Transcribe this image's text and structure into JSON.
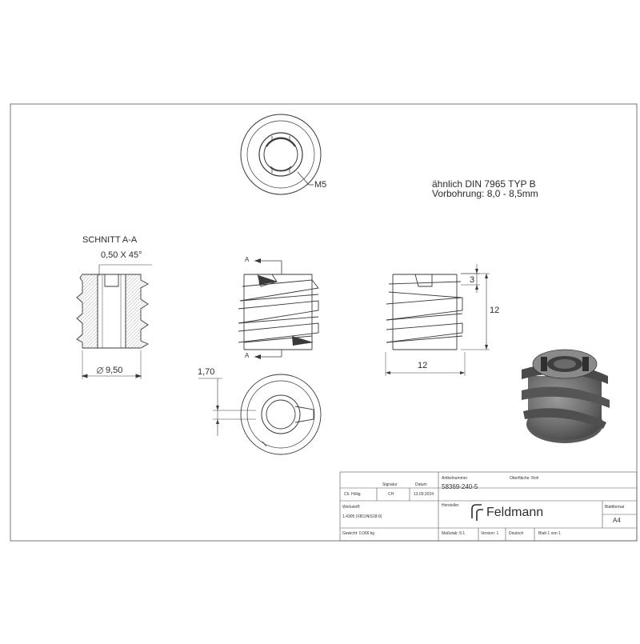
{
  "notes": {
    "line1": "ähnlich DIN 7965 TYP B",
    "line2": "Vorbohrung: 8,0 - 8,5mm"
  },
  "section_view": {
    "title": "SCHNITT A-A",
    "chamfer": "0,50 X 45°",
    "diameter": "9,50"
  },
  "top_view": {
    "thread": "M5"
  },
  "side_view": {
    "section_mark": "A"
  },
  "right_view": {
    "dim_top": "3",
    "dim_height": "12",
    "dim_width": "12"
  },
  "bottom_view": {
    "offset": "1,70"
  },
  "title_block": {
    "header_signatur": "Signatur",
    "header_datum": "Datum",
    "name": "Ch. Hölig",
    "signatur": "CH",
    "datum": "13.09.2024",
    "artikelnummer_label": "Artikelnummer",
    "artikelnummer": "58369-240-5",
    "oberflaeche": "Oberfläche: Roh",
    "werkstoff_label": "Werkstoff:",
    "werkstoff": "1.4305 (X8CrNiS18-9)",
    "hersteller_label": "Hersteller",
    "company": "Feldmann",
    "blattformat_label": "Blattformat",
    "blattformat": "A4",
    "gewicht": "Gewicht: 0,006 kg",
    "massstab": "Maßstab: 5:1",
    "version": "Version: 1",
    "sprache": "Deutsch",
    "blatt": "Blatt 1 von 1"
  },
  "colors": {
    "line": "#3a3a3a",
    "part_dark": "#4a4a4a",
    "part_mid": "#7a7a7a",
    "part_light": "#a9a9a9"
  }
}
